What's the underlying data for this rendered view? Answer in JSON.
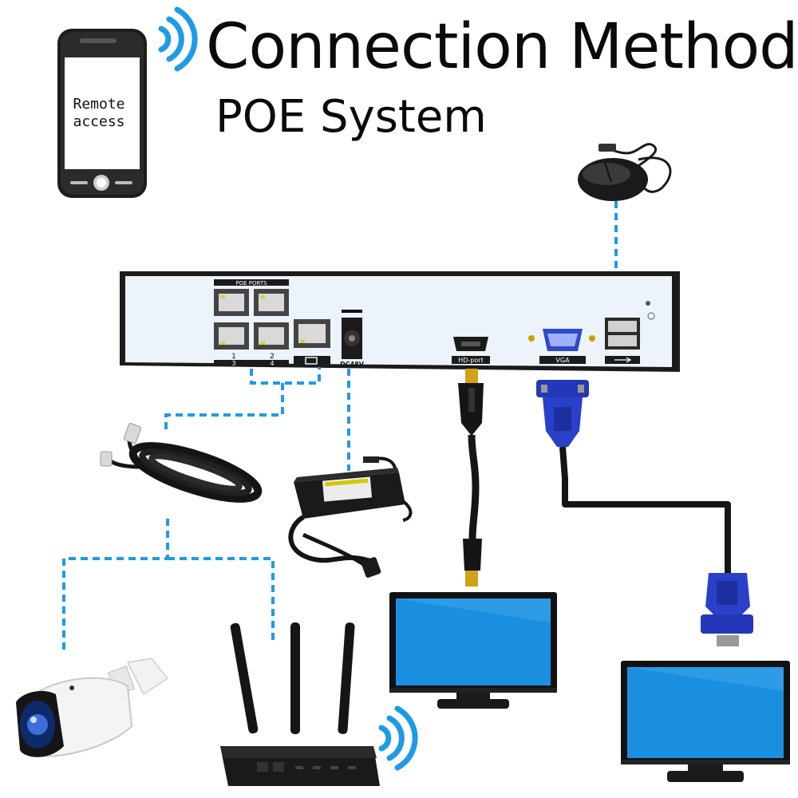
{
  "header": {
    "title": "Connection Method",
    "subtitle": "POE System"
  },
  "phone": {
    "screen_line1": "Remote",
    "screen_line2": "access"
  },
  "nvr": {
    "poe_ports_label": "POE PORTS",
    "port_numbers_top": [
      "1",
      "2"
    ],
    "port_numbers_bottom": [
      "3",
      "4"
    ],
    "dc_label": "DC48V",
    "hdmi_label": "HD-port",
    "vga_label": "VGA"
  },
  "colors": {
    "dash_line": "#1e9be6",
    "nvr_panel": "#ecf3fa",
    "nvr_frame": "#1b1b1b",
    "screen_blue": "#1a8fe0",
    "vga_blue": "#2338b8",
    "text": "#0a0a0a"
  },
  "icons": [
    "phone-icon",
    "wifi-icon",
    "mouse-icon",
    "nvr-icon",
    "network-cable-icon",
    "power-adapter-icon",
    "hdmi-cable-icon",
    "vga-cable-icon",
    "camera-icon",
    "router-icon",
    "monitor-icon"
  ]
}
